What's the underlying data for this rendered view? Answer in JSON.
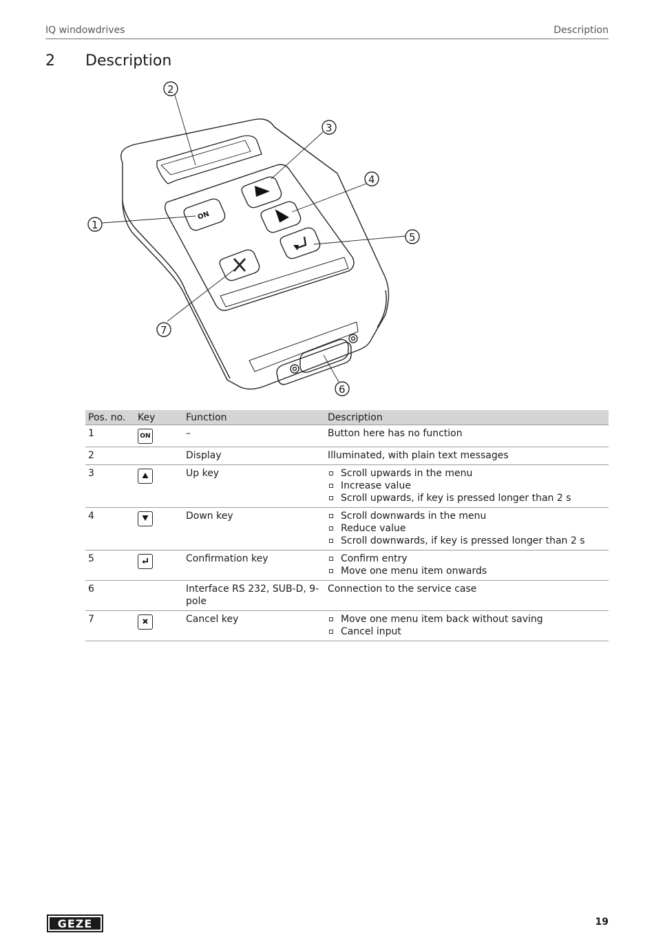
{
  "header": {
    "left": "IQ windowdrives",
    "right": "Description"
  },
  "section": {
    "number": "2",
    "title": "Description"
  },
  "figure": {
    "callouts": [
      "1",
      "2",
      "3",
      "4",
      "5",
      "6",
      "7"
    ],
    "on_key_label": "ON"
  },
  "table": {
    "headers": [
      "Pos. no.",
      "Key",
      "Function",
      "Description"
    ],
    "rows": [
      {
        "pos": "1",
        "key_icon": "on-key-icon",
        "key_label": "ON",
        "function": "–",
        "description": "Button here has no function"
      },
      {
        "pos": "2",
        "function": "Display",
        "description": "Illuminated, with plain text messages"
      },
      {
        "pos": "3",
        "key_icon": "up-key-icon",
        "function": "Up key",
        "bullets": [
          "Scroll upwards in the menu",
          "Increase value",
          "Scroll upwards, if key is pressed longer than 2 s"
        ]
      },
      {
        "pos": "4",
        "key_icon": "down-key-icon",
        "function": "Down key",
        "bullets": [
          "Scroll downwards in the menu",
          "Reduce value",
          "Scroll downwards, if key is pressed longer than 2 s"
        ]
      },
      {
        "pos": "5",
        "key_icon": "enter-key-icon",
        "function": "Confirmation key",
        "bullets": [
          "Confirm entry",
          "Move one menu item onwards"
        ]
      },
      {
        "pos": "6",
        "function": "Interface RS 232, SUB-D, 9-pole",
        "description": "Connection to the service case"
      },
      {
        "pos": "7",
        "key_icon": "cancel-key-icon",
        "function": "Cancel key",
        "bullets": [
          "Move one menu item back without saving",
          "Cancel input"
        ]
      }
    ]
  },
  "footer": {
    "logo": "GEZE",
    "page_number": "19"
  }
}
